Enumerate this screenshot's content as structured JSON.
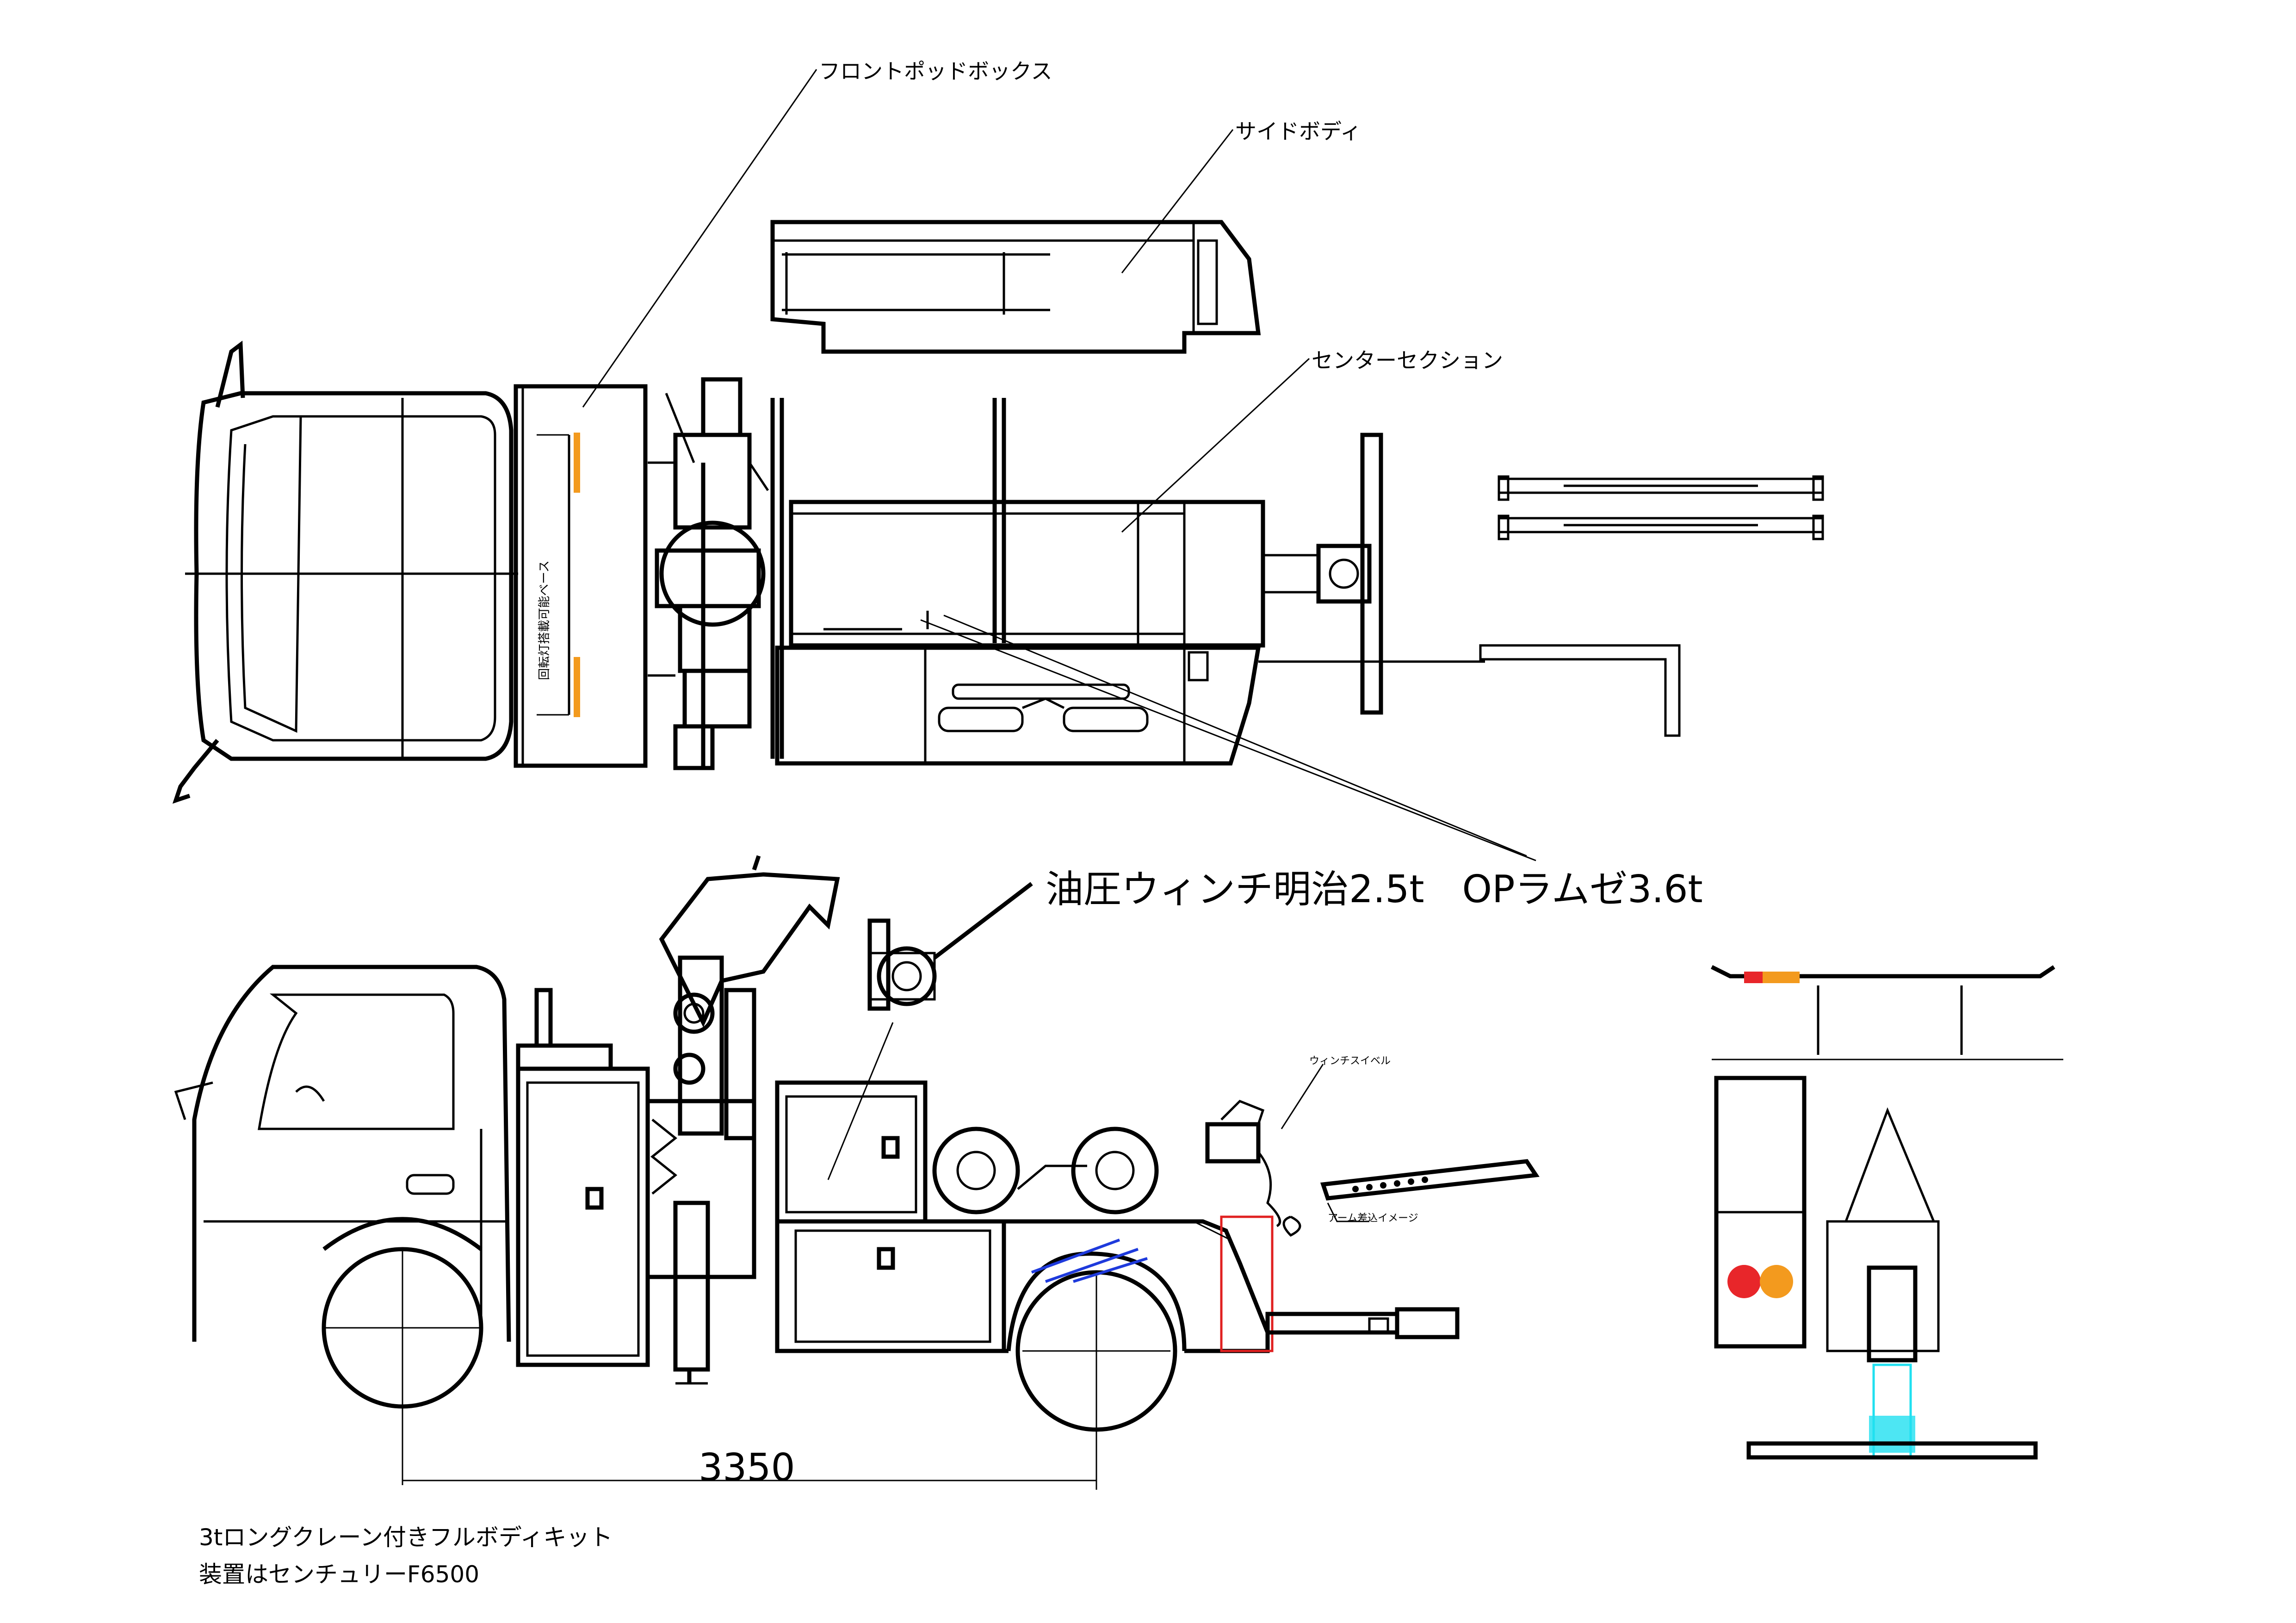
{
  "labels": {
    "front_pod_box": "フロントポッドボックス",
    "side_body": "サイドボディ",
    "center_section": "センターセクション",
    "winch_title": "油圧ウィンチ明治2.5t　OPラムゼ3.6t",
    "rotating_light_base": "回転灯搭載可能ベース",
    "winch_swivel": "ウィンチスイベル",
    "arm_insert": "アーム差込イメージ"
  },
  "dimension": "3350",
  "footer": {
    "line1": "3tロングクレーン付きフルボディキット",
    "line2": "装置はセンチュリーF6500"
  },
  "colors": {
    "line": "#000000",
    "lamp_orange": "#f39a1e",
    "lamp_red": "#e8262a",
    "highlight_red": "#e02020",
    "stripe_blue": "#1e3adc",
    "cyan_part": "#20e0f0"
  }
}
